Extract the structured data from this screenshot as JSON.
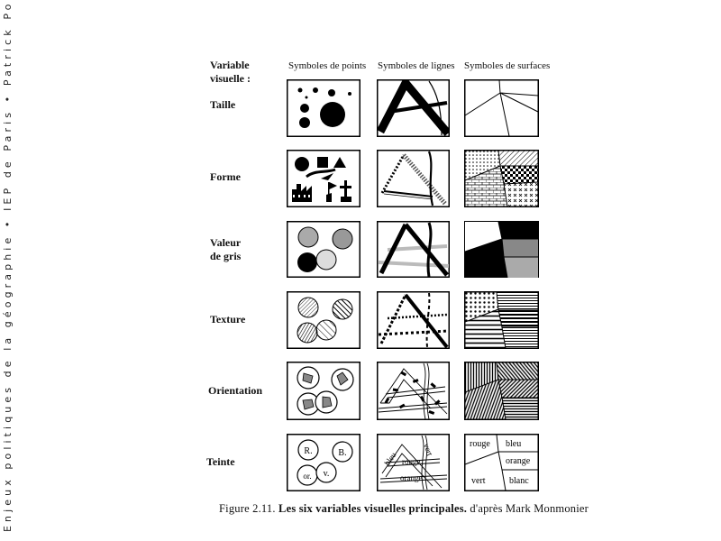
{
  "sidebar_text": "Enjeux politiques de la géographie • IEP de Paris • Patrick Poncet",
  "header": {
    "corner_line1": "Variable",
    "corner_line2": "visuelle :",
    "col_points": "Symboles de points",
    "col_lines": "Symboles de lignes",
    "col_surfaces": "Symboles de surfaces"
  },
  "rows": {
    "taille": "Taille",
    "forme": "Forme",
    "valeur_line1": "Valeur",
    "valeur_line2": "de gris",
    "texture": "Texture",
    "orientation": "Orientation",
    "teinte": "Teinte"
  },
  "teinte_points": {
    "p1": "R.",
    "p2": "B.",
    "p3": "or.",
    "p4": "v."
  },
  "teinte_lines": {
    "l1": "bleu",
    "l2": "vert",
    "l3": "rouge",
    "l4": "orange"
  },
  "teinte_surfaces": {
    "s1": "rouge",
    "s2": "bleu",
    "s3": "orange",
    "s4": "vert",
    "s5": "blanc"
  },
  "caption": {
    "figure": "Figure 2.11.",
    "main": "Les six variables visuelles principales.",
    "credit": "d'après Mark Monmonier"
  }
}
